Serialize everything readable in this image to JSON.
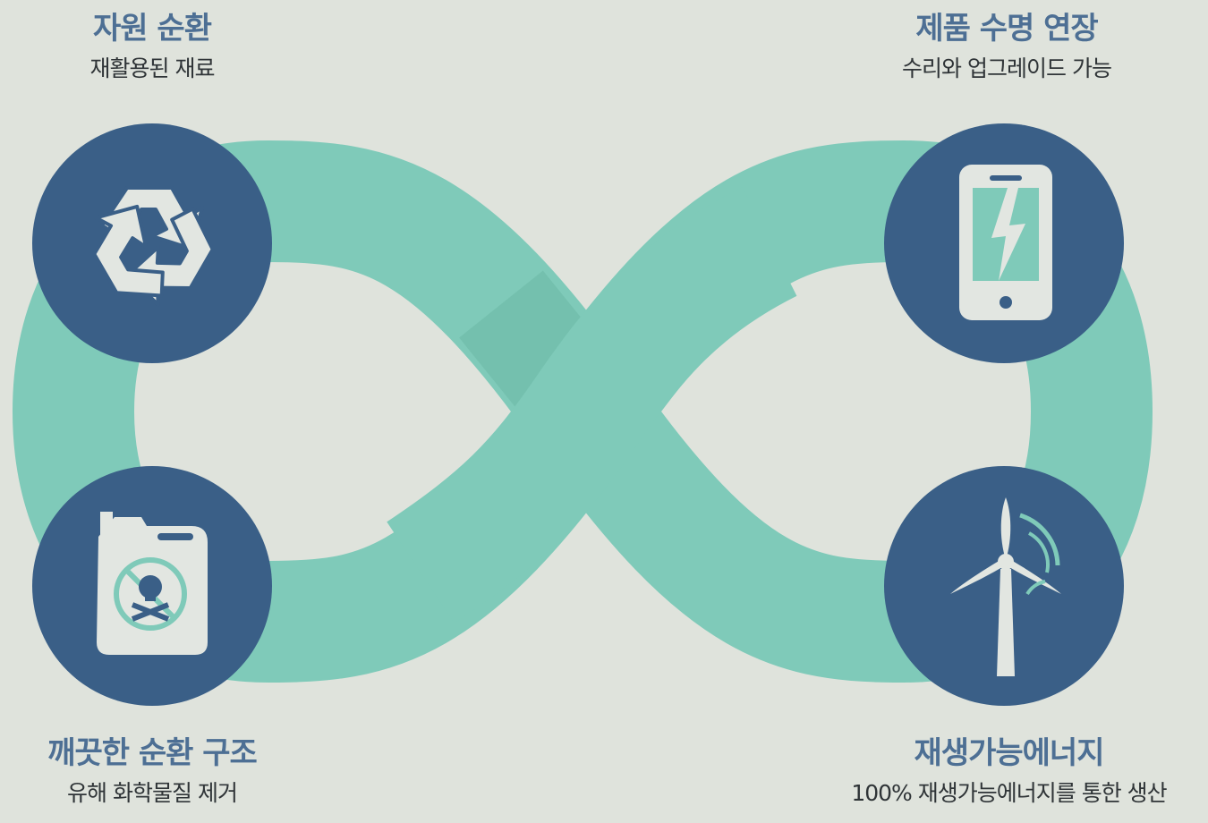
{
  "colors": {
    "background": "#dfe3dc",
    "loop": "#7fcab9",
    "loop_shadow": "#6db8a7",
    "circle": "#3a5f87",
    "icon": "#e2e6e1",
    "title": "#4d6f94",
    "subtitle": "#2f3437"
  },
  "nodes": {
    "top_left": {
      "title": "자원 순환",
      "subtitle": "재활용된 재료",
      "icon": "recycle-icon"
    },
    "top_right": {
      "title": "제품 수명 연장",
      "subtitle": "수리와 업그레이드 가능",
      "icon": "broken-phone-icon"
    },
    "bottom_left": {
      "title": "깨끗한 순환 구조",
      "subtitle": "유해 화학물질 제거",
      "icon": "toxic-free-canister-icon"
    },
    "bottom_right": {
      "title": "재생가능에너지",
      "subtitle": "100% 재생가능에너지를 통한 생산",
      "icon": "wind-turbine-icon"
    }
  }
}
